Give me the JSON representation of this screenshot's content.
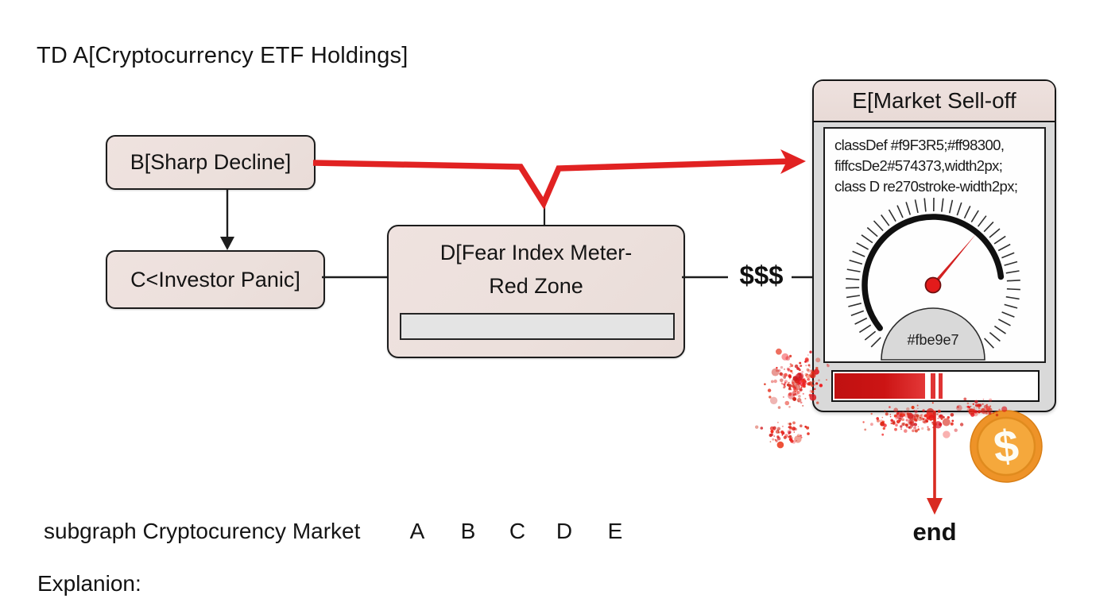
{
  "title": "TD A[Cryptocurrency ETF Holdings]",
  "nodes": {
    "b": "B[Sharp Decline]",
    "c": "C<Investor Panic]",
    "d_line1": "D[Fear Index Meter-",
    "d_line2": "Red Zone",
    "e_header": "E[Market Sell-off"
  },
  "edge_label_dollars": "$$$",
  "panel": {
    "code_lines": [
      "classDef #f9F3R5;#ff98300,",
      "fiffcsDe2#574373,width2px;",
      "class D re270stroke-width2px;"
    ],
    "gauge_label": "#fbe9e7"
  },
  "coin_symbol": "$",
  "end_label": "end",
  "footer": {
    "subgraph": "subgraph Cryptocurency Market",
    "node_ids": [
      "A",
      "B",
      "C",
      "D",
      "E"
    ],
    "explanation": "Explanion:"
  },
  "colors": {
    "node_fill": "#ece0dc",
    "panel_gray": "#d9d9d9",
    "accent_red": "#e02020",
    "progress_red": "#cc1414",
    "coin_gold": "#f2a238"
  }
}
